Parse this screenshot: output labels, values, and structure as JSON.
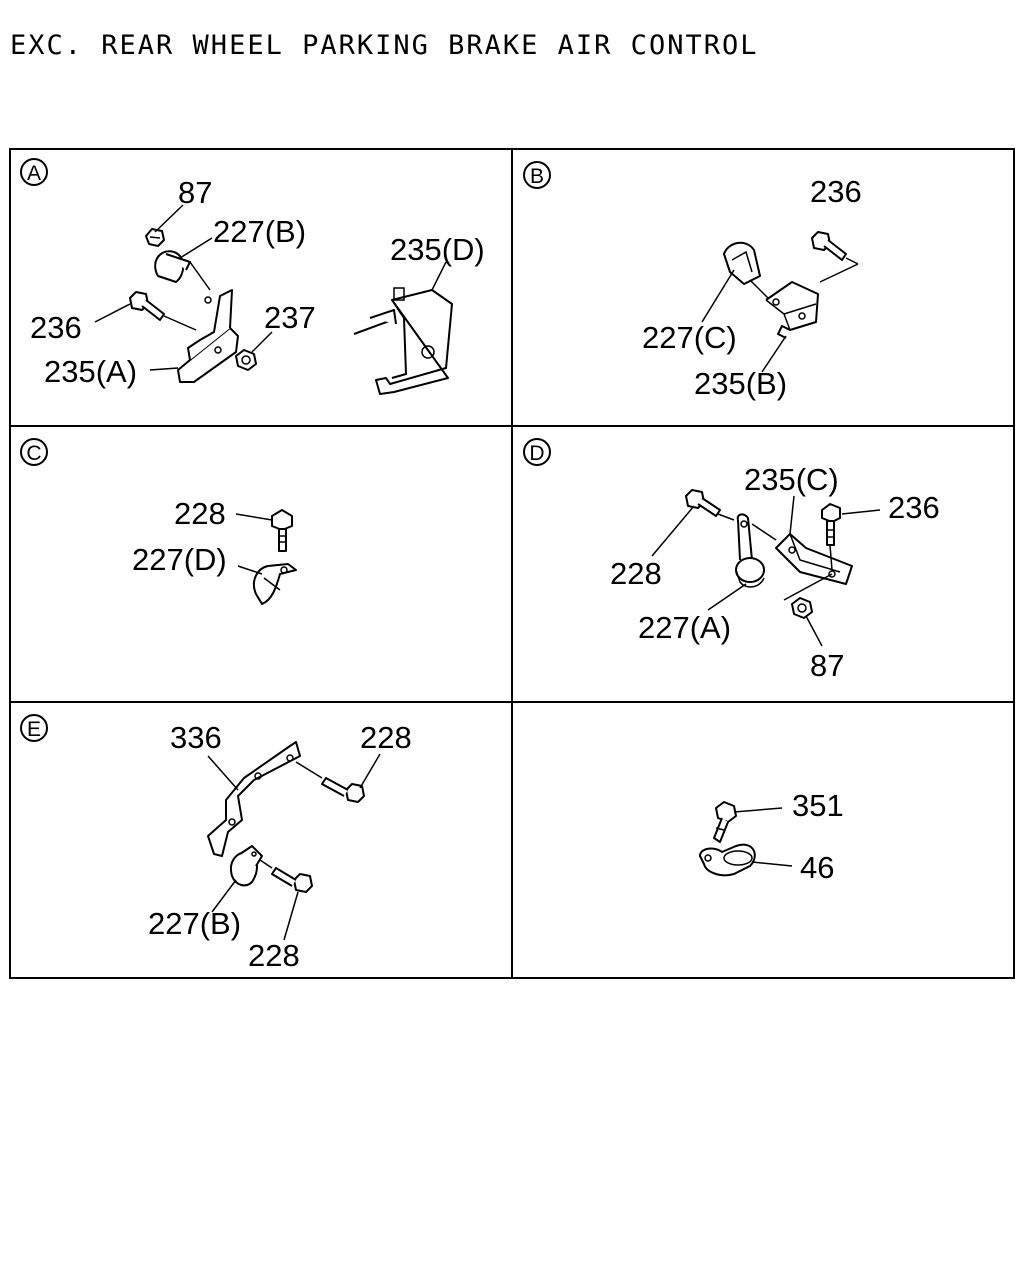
{
  "title": "EXC. REAR WHEEL PARKING BRAKE AIR CONTROL",
  "panels": {
    "A": {
      "letter": "A",
      "labels": {
        "p87": "87",
        "p227b": "227(B)",
        "p235d": "235(D)",
        "p236": "236",
        "p237": "237",
        "p235a": "235(A)"
      }
    },
    "B": {
      "letter": "B",
      "labels": {
        "p236": "236",
        "p227c": "227(C)",
        "p235b": "235(B)"
      }
    },
    "C": {
      "letter": "C",
      "labels": {
        "p228": "228",
        "p227d": "227(D)"
      }
    },
    "D": {
      "letter": "D",
      "labels": {
        "p235c": "235(C)",
        "p236": "236",
        "p228": "228",
        "p227a": "227(A)",
        "p87": "87"
      }
    },
    "E": {
      "letter": "E",
      "labels": {
        "p336": "336",
        "p228a": "228",
        "p227b": "227(B)",
        "p228b": "228"
      }
    },
    "F": {
      "labels": {
        "p351": "351",
        "p46": "46"
      }
    }
  }
}
